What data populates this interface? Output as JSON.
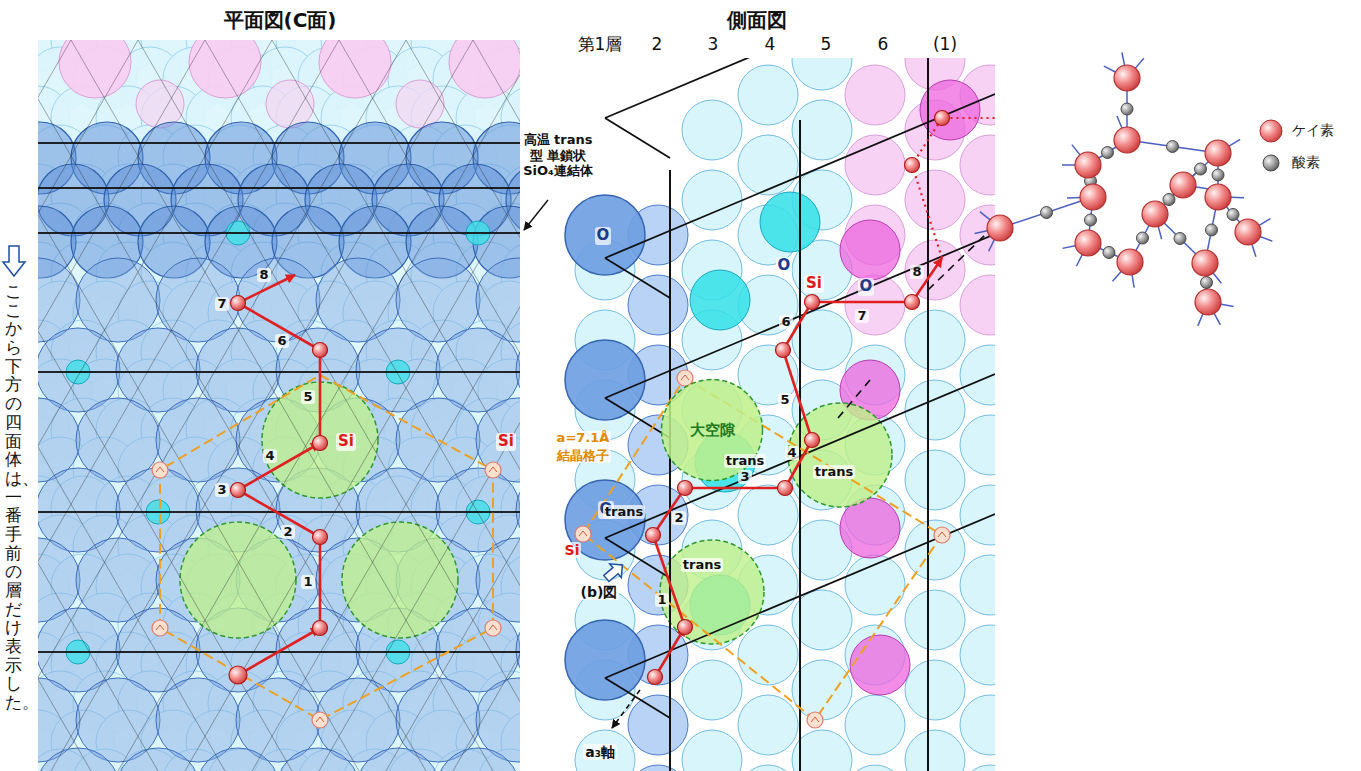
{
  "diagram": {
    "nodes": [
      {
        "text": [
          "大空隙"
        ]
      }
    ],
    "labels": [
      "平面図(C面)",
      "側面図",
      "第1層",
      "2",
      "3",
      "4",
      "5",
      "6",
      "(1)",
      "高温 trans型 単鎖状 SiO₄連結体",
      "ここから下方の四面体は、一番手前の層だけ表示した。",
      "1",
      "2",
      "3",
      "4",
      "5",
      "6",
      "7",
      "8",
      "Si",
      "Si",
      "Si",
      "O",
      "O",
      "O",
      "O",
      "1",
      "2",
      "3",
      "4",
      "5",
      "6",
      "7",
      "8",
      "trans",
      "trans",
      "trans",
      "trans",
      "a=7.1Å",
      "結晶格子",
      "Si",
      "(b)図",
      "a₃軸"
    ],
    "legend": [
      {
        "text": "ケイ素"
      },
      {
        "text": "酸素"
      }
    ]
  }
}
